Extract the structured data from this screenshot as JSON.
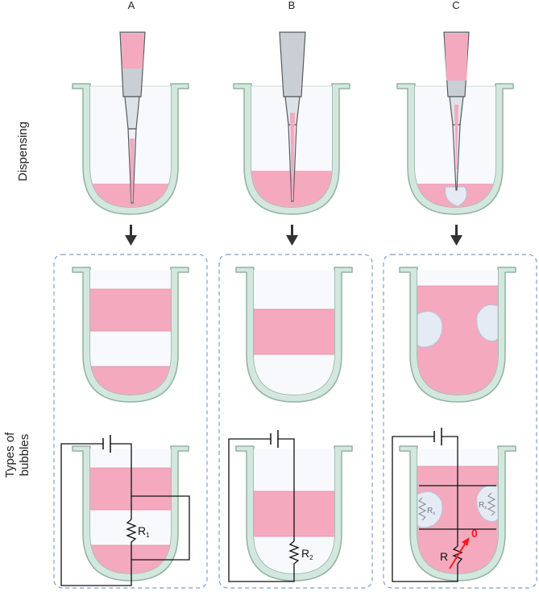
{
  "columns": {
    "a": "A",
    "b": "B",
    "c": "C"
  },
  "rows": {
    "dispensing": "Dispensing",
    "types_line1": "Types of",
    "types_line2": "bubbles"
  },
  "circuit_labels": {
    "r1_main": "R",
    "r1_sub": "1",
    "r2_main": "R",
    "r2_sub": "2",
    "rx_main": "R",
    "rx_sub": "x",
    "r_var": "R",
    "zero": "0"
  },
  "colors": {
    "liquid": "#f4a9be",
    "liquid_edge": "#e58fa6",
    "cup_wall": "#d4e7de",
    "cup_edge": "#8fb3a3",
    "cup_inner": "#f7f9fd",
    "bubble": "#e4ebf5",
    "tip_gray": "#c9cfd4",
    "tip_edge": "#555b60",
    "dash": "#7d9bd6",
    "arrow": "#333333",
    "variable_arrow": "#ff1a1a"
  }
}
